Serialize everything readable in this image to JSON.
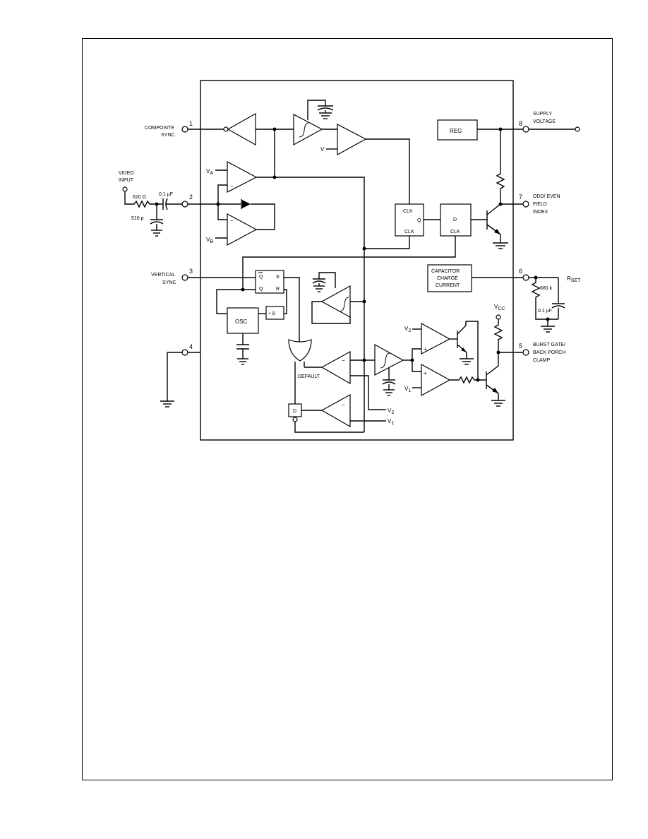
{
  "pins": {
    "p1": {
      "num": "1",
      "name1": "COMPOSITE",
      "name2": "SYNC"
    },
    "p2": {
      "num": "2"
    },
    "p3": {
      "num": "3",
      "name1": "VERTICAL",
      "name2": "SYNC"
    },
    "p4": {
      "num": "4"
    },
    "p5": {
      "num": "5",
      "name1": "BURST GATE/",
      "name2": "BACK PORCH",
      "name3": "CLAMP"
    },
    "p6": {
      "num": "6"
    },
    "p7": {
      "num": "7",
      "name1": "ODD/ EVEN",
      "name2": "FIELD",
      "name3": "INDEX"
    },
    "p8": {
      "num": "8",
      "name1": "SUPPLY",
      "name2": "VOLTAGE"
    }
  },
  "video_input": {
    "line1": "VIDEO",
    "line2": "INPUT",
    "resistor": "620 Ω",
    "capacitor": "510 p",
    "coupling_cap": "0.1 µF"
  },
  "blocks": {
    "reg": "REG",
    "ff1_clk": "CLK",
    "ff1_q": "Q",
    "ff1_clk2": "CLK",
    "ff2_d": "D",
    "ff2_clk": "CLK",
    "rs_q": "Q",
    "rs_s": "S",
    "rs_q2": "Q",
    "rs_r": "R",
    "osc": "OSC",
    "div": "÷ 8",
    "charge1": "CAPACITOR",
    "charge2": "CHARGE",
    "charge3": "CURRENT",
    "d_box": "D",
    "default_label": "DEFAULT"
  },
  "references": {
    "va": "V",
    "va_sub": "A",
    "vb": "V",
    "vb_sub": "B",
    "v": "V",
    "v1": "V",
    "v1_sub": "1",
    "v2": "V",
    "v2_sub": "2",
    "vcc": "V",
    "vcc_sub": "CC",
    "minus": "−",
    "plus": "+"
  },
  "components": {
    "rset": "R",
    "rset_sub": "SET",
    "r680k": "680 k",
    "c01": "0.1 µF"
  }
}
